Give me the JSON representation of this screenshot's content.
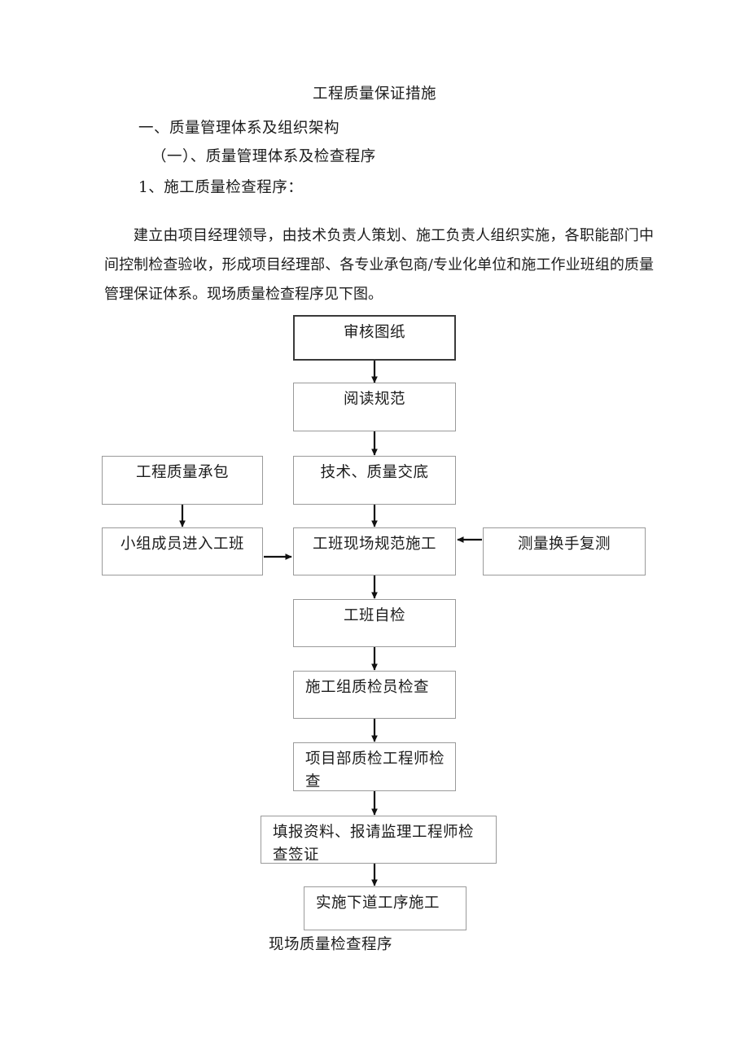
{
  "document": {
    "title": "工程质量保证措施",
    "headings": [
      "一、质量管理体系及组织架构",
      "（一）、质量管理体系及检查程序",
      "1、施工质量检查程序："
    ],
    "paragraph": "建立由项目经理领导，由技术负责人策划、施工负责人组织实施，各职能部门中间控制检查验收，形成项目经理部、各专业承包商/专业化单位和施工作业班组的质量管理保证体系。现场质量检查程序见下图。"
  },
  "flowchart": {
    "caption": "现场质量检查程序",
    "nodes": [
      {
        "id": "review-drawings",
        "label": "审核图纸"
      },
      {
        "id": "read-standards",
        "label": "阅读规范"
      },
      {
        "id": "quality-contract",
        "label": "工程质量承包"
      },
      {
        "id": "technical-disclosure",
        "label": "技术、质量交底"
      },
      {
        "id": "members-enter-team",
        "label": "小组成员进入工班"
      },
      {
        "id": "onsite-standard-construction",
        "label": "工班现场规范施工"
      },
      {
        "id": "survey-recheck",
        "label": "测量换手复测"
      },
      {
        "id": "team-self-check",
        "label": "工班自检"
      },
      {
        "id": "group-inspector-check",
        "label": "施工组质检员检查"
      },
      {
        "id": "project-qc-engineer-check",
        "label": "项目部质检工程师检查"
      },
      {
        "id": "submit-supervisor-approval",
        "label": "填报资料、报请监理工程师检查签证"
      },
      {
        "id": "next-process-construction",
        "label": "实施下道工序施工"
      }
    ]
  },
  "colors": {
    "text": "#1c1c1c",
    "box_border": "#9a9a9a",
    "emphasis_border": "#3a3a3a",
    "arrow": "#111111",
    "page_background": "#ffffff"
  }
}
